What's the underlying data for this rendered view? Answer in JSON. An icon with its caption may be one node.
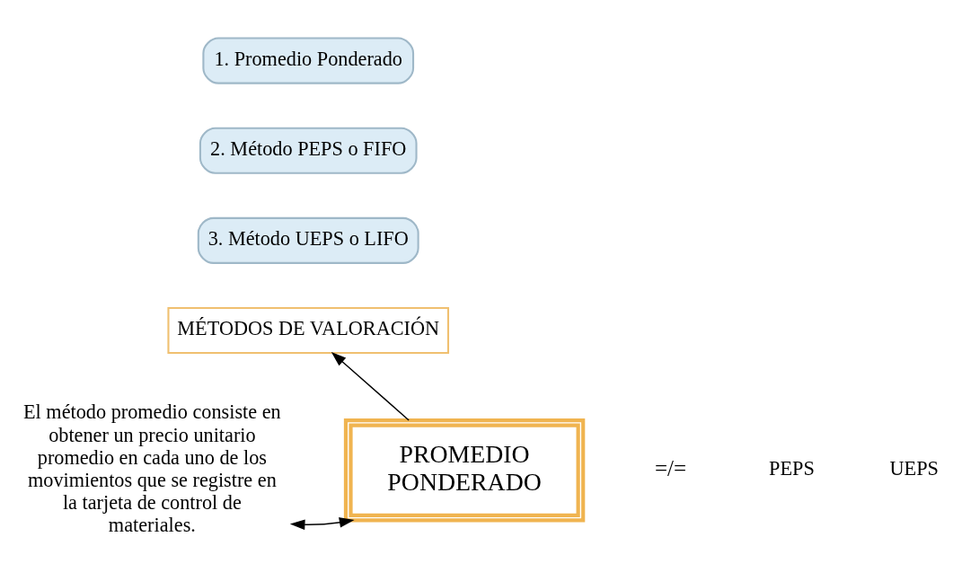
{
  "diagram": {
    "nodes": [
      {
        "text": [
          "1. Promedio Ponderado"
        ]
      },
      {
        "text": [
          "2. Método PEPS o FIFO"
        ]
      },
      {
        "text": [
          "3. Método UEPS o LIFO"
        ]
      },
      {
        "text": [
          "MÉTODOS DE VALORACIÓN"
        ]
      },
      {
        "text": [
          "El método promedio consiste en obtener un precio unitario promedio en cada uno de los movimientos que se registre en la tarjeta de control de materiales."
        ]
      },
      {
        "text": [
          "PROMEDIO PONDERADO"
        ]
      }
    ],
    "edges": [
      {
        "from": 5,
        "to": 3,
        "arrow": "to"
      },
      {
        "from": 4,
        "to": 5,
        "arrow": "both"
      }
    ],
    "labels": [
      "=/=",
      "PEPS",
      "UEPS"
    ]
  }
}
